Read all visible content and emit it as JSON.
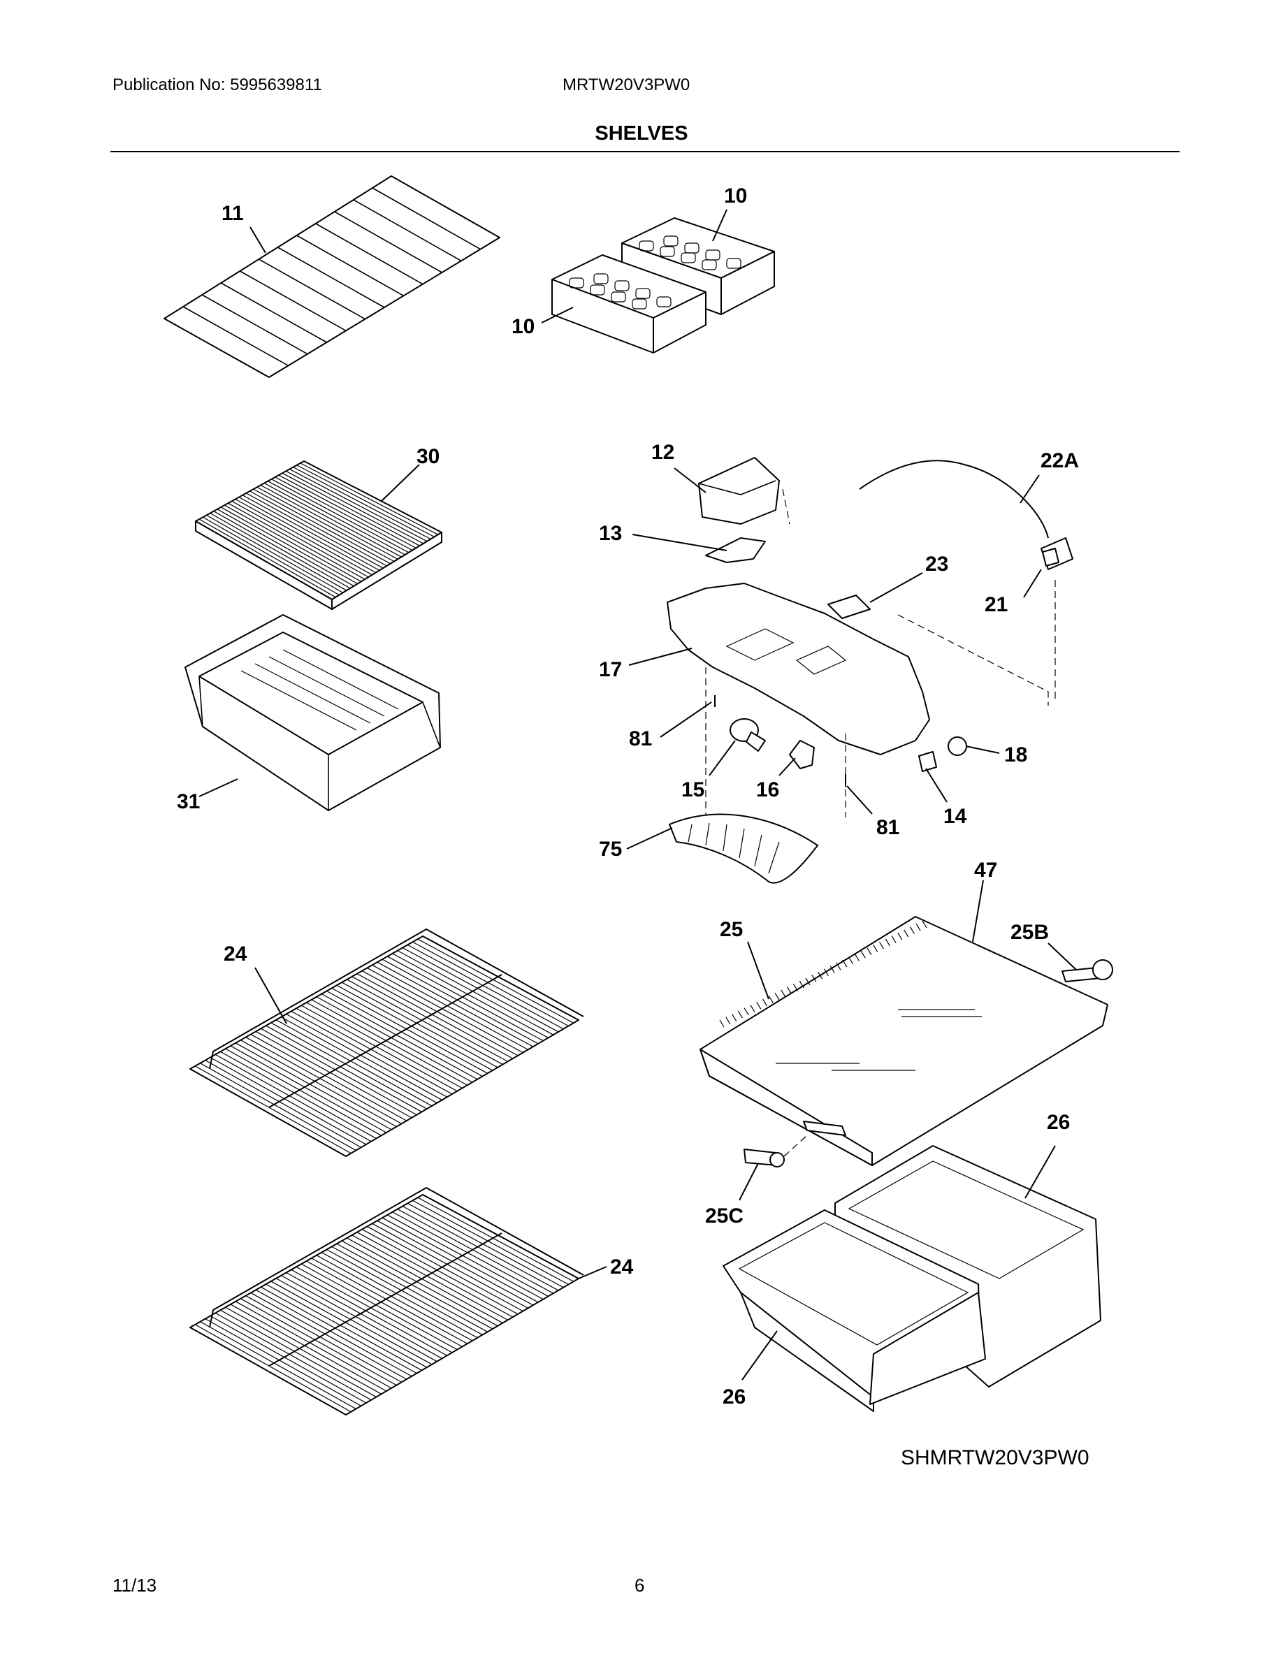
{
  "header": {
    "publication": "Publication No: 5995639811",
    "model": "MRTW20V3PW0",
    "section_title": "SHELVES"
  },
  "callouts": {
    "c11": "11",
    "c10a": "10",
    "c10b": "10",
    "c30": "30",
    "c31": "31",
    "c12": "12",
    "c13": "13",
    "c17": "17",
    "c22a": "22A",
    "c23": "23",
    "c21": "21",
    "c81a": "81",
    "c15": "15",
    "c16": "16",
    "c18": "18",
    "c14": "14",
    "c81b": "81",
    "c75": "75",
    "c24a": "24",
    "c24b": "24",
    "c47": "47",
    "c25": "25",
    "c25b": "25B",
    "c25c": "25C",
    "c26a": "26",
    "c26b": "26"
  },
  "drawing_code": "SHMRTW20V3PW0",
  "footer": {
    "date": "11/13",
    "page": "6"
  }
}
